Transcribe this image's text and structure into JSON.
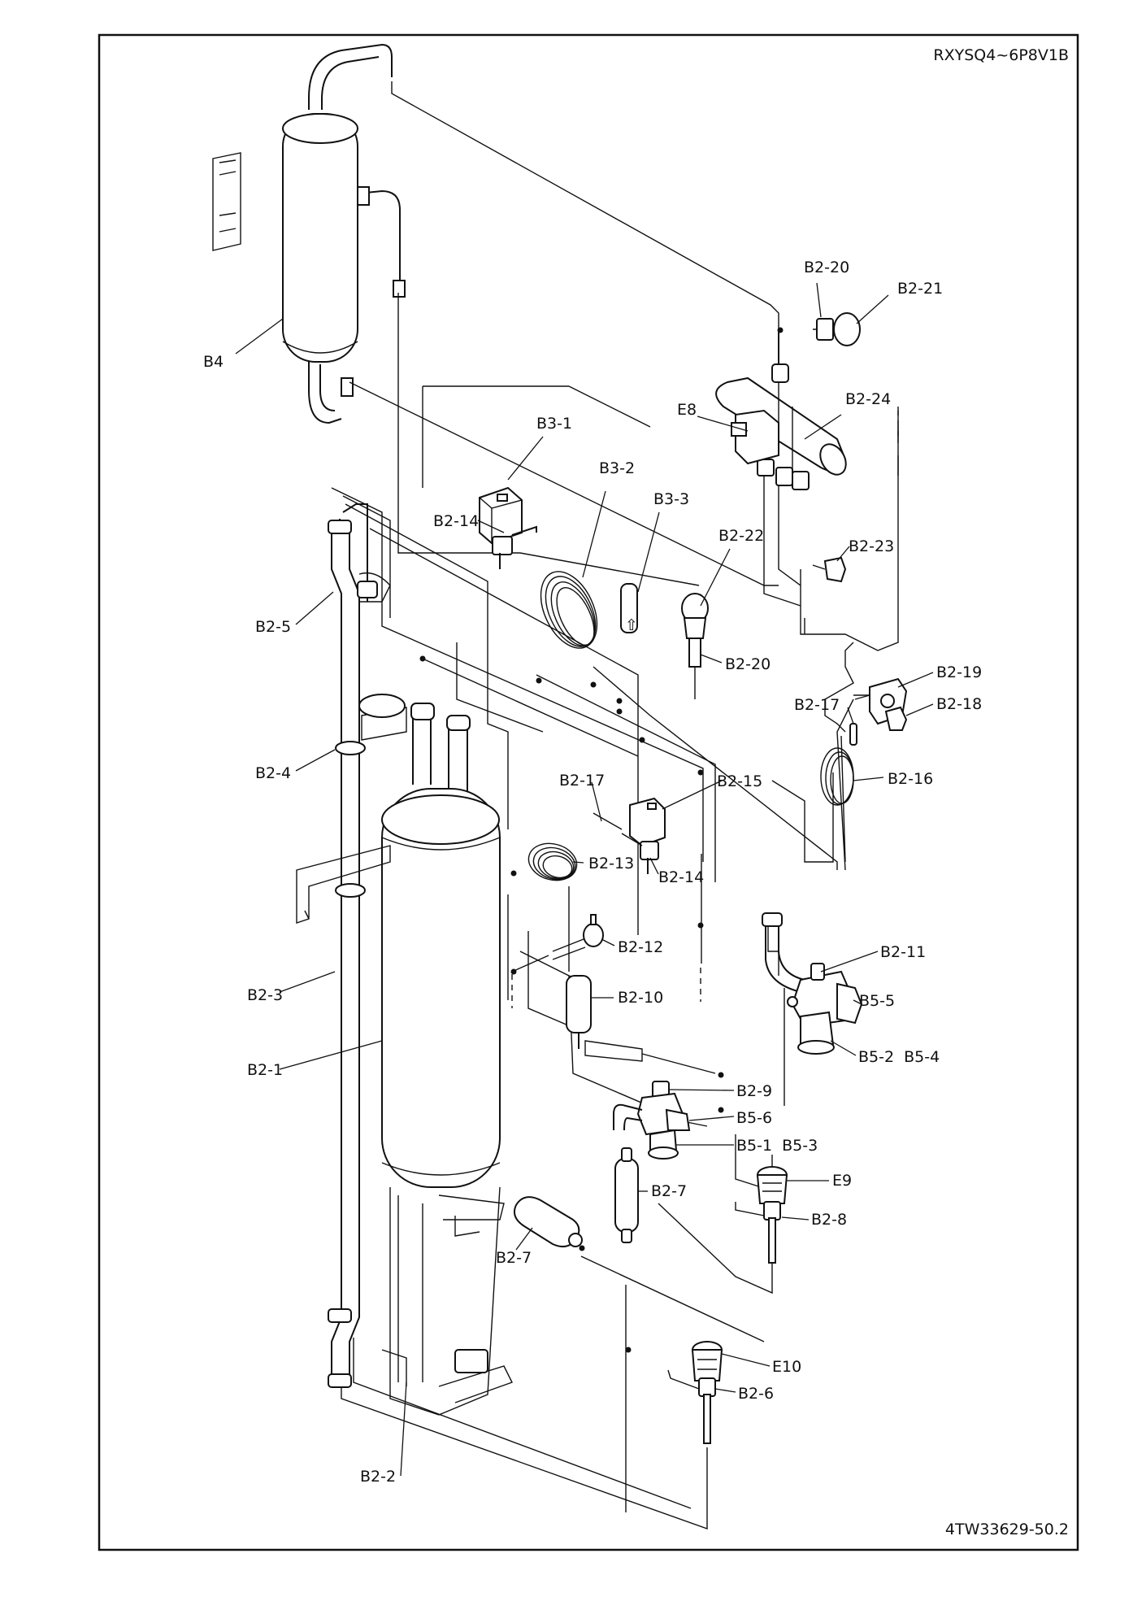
{
  "header": {
    "model": "RXYSQ4~6P8V1B"
  },
  "footer": {
    "drawing_number": "4TW33629-50.2"
  },
  "parts": {
    "B4": "B4",
    "B3_1": "B3-1",
    "B3_2": "B3-2",
    "B3_3": "B3-3",
    "E8": "E8",
    "B2_24": "B2-24",
    "B2_20_top": "B2-20",
    "B2_21": "B2-21",
    "B2_23": "B2-23",
    "B2_22": "B2-22",
    "B2_20_mid": "B2-20",
    "B2_14_top": "B2-14",
    "B2_5": "B2-5",
    "B2_4": "B2-4",
    "B2_19": "B2-19",
    "B2_18": "B2-18",
    "B2_17_right": "B2-17",
    "B2_16": "B2-16",
    "B2_17_mid": "B2-17",
    "B2_15": "B2-15",
    "B2_13": "B2-13",
    "B2_14_mid": "B2-14",
    "B2_12": "B2-12",
    "B2_11": "B2-11",
    "B5_5": "B5-5",
    "B5_2_B5_4": "B5-2  B5-4",
    "B2_10": "B2-10",
    "B2_3": "B2-3",
    "B2_1": "B2-1",
    "B2_9": "B2-9",
    "B5_6": "B5-6",
    "B5_1_B5_3": "B5-1  B5-3",
    "B2_7_right": "B2-7",
    "E9": "E9",
    "B2_8": "B2-8",
    "B2_7_left": "B2-7",
    "E10": "E10",
    "B2_6": "B2-6",
    "B2_2": "B2-2"
  },
  "arrow_glyph": "⇧"
}
